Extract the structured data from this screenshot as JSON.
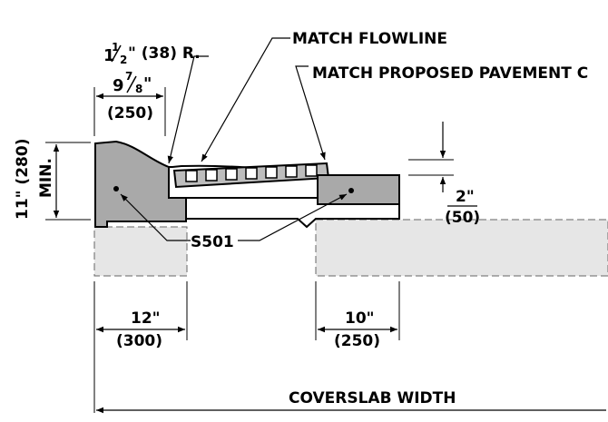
{
  "labels": {
    "radius_whole": "1",
    "radius_num": "1",
    "radius_den": "2",
    "radius_rest": "\" (38) R.",
    "match_flowline": "MATCH FLOWLINE",
    "match_pavement": "MATCH PROPOSED PAVEMENT C",
    "top_width_whole": "9",
    "top_width_num": "7",
    "top_width_den": "8",
    "top_width_in_mark": "\"",
    "top_width_mm": "(250)",
    "height_in": "11\" (280)",
    "height_min": "MIN.",
    "drop_in": "2\"",
    "drop_mm": "(50)",
    "bar_mark": "S501",
    "left_width_in": "12\"",
    "left_width_mm": "(300)",
    "right_width_in": "10\"",
    "right_width_mm": "(250)",
    "overall_width": "COVERSLAB WIDTH"
  },
  "colors": {
    "concrete": "#a9a9a9",
    "subbase": "#e6e6e6",
    "line": "#000000",
    "paper": "#ffffff"
  }
}
